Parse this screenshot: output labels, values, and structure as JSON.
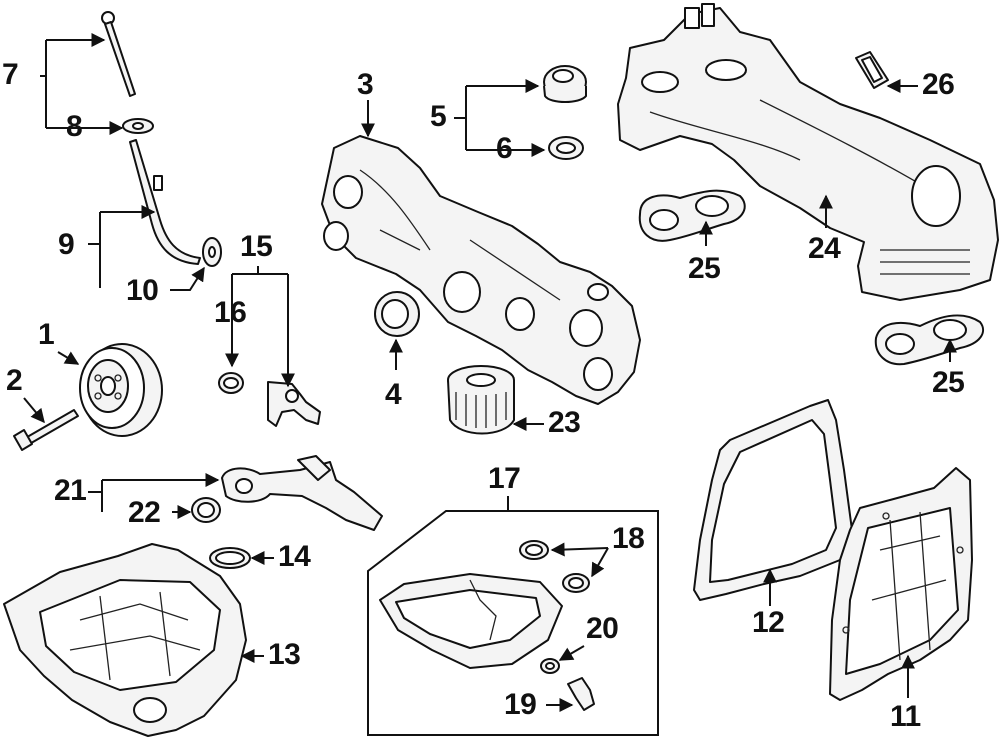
{
  "callouts": [
    {
      "id": "c7",
      "label": "7"
    },
    {
      "id": "c8",
      "label": "8"
    },
    {
      "id": "c9",
      "label": "9"
    },
    {
      "id": "c10",
      "label": "10"
    },
    {
      "id": "c1",
      "label": "1"
    },
    {
      "id": "c2",
      "label": "2"
    },
    {
      "id": "c15",
      "label": "15"
    },
    {
      "id": "c16",
      "label": "16"
    },
    {
      "id": "c3",
      "label": "3"
    },
    {
      "id": "c4",
      "label": "4"
    },
    {
      "id": "c5",
      "label": "5"
    },
    {
      "id": "c6",
      "label": "6"
    },
    {
      "id": "c23",
      "label": "23"
    },
    {
      "id": "c26",
      "label": "26"
    },
    {
      "id": "c24",
      "label": "24"
    },
    {
      "id": "c25a",
      "label": "25"
    },
    {
      "id": "c25b",
      "label": "25"
    },
    {
      "id": "c21",
      "label": "21"
    },
    {
      "id": "c22",
      "label": "22"
    },
    {
      "id": "c14",
      "label": "14"
    },
    {
      "id": "c13",
      "label": "13"
    },
    {
      "id": "c17",
      "label": "17"
    },
    {
      "id": "c18",
      "label": "18"
    },
    {
      "id": "c20",
      "label": "20"
    },
    {
      "id": "c19",
      "label": "19"
    },
    {
      "id": "c12",
      "label": "12"
    },
    {
      "id": "c11",
      "label": "11"
    }
  ]
}
